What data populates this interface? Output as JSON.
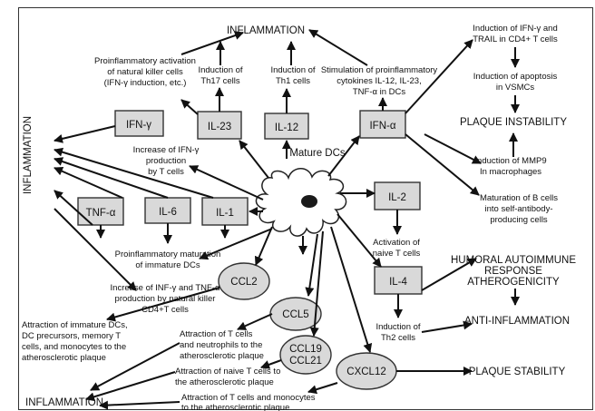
{
  "headings": {
    "inflammation_top": "INFLAMMATION",
    "inflammation_left": "INFLAMMATION",
    "inflammation_bottom": "INFLAMMATION",
    "plaque_instability": "PLAQUE INSTABILITY",
    "humoral": [
      "HUMORAL AUTOIMMUNE",
      "RESPONSE",
      "ATHEROGENICITY"
    ],
    "anti_inflammation": "ANTI-INFLAMMATION",
    "plaque_stability": "PLAQUE STABILITY"
  },
  "center_label": "Mature DCs",
  "boxes": {
    "ifn_gamma": "IFN-γ",
    "il23": "IL-23",
    "il12": "IL-12",
    "ifn_alpha": "IFN-α",
    "tnf_alpha": "TNF-α",
    "il6": "IL-6",
    "il1": "IL-1",
    "il2": "IL-2",
    "il4": "IL-4"
  },
  "ellipses": {
    "ccl2": [
      "CCL2"
    ],
    "ccl5": [
      "CCL5"
    ],
    "ccl19_21": [
      "CCL19",
      "CCL21"
    ],
    "cxcl12": [
      "CXCL12"
    ]
  },
  "captions": {
    "nk_activation": [
      "Proinflammatory activation",
      "of natural killer cells",
      "(IFN-γ induction, etc.)"
    ],
    "th17": [
      "Induction of",
      "Th17 cells"
    ],
    "th1": [
      "Induction of",
      "Th1 cells"
    ],
    "stim_cytokines": [
      "Stimulation of proinflammatory",
      "cytokines IL-12, IL-23,",
      "TNF-α in DCs"
    ],
    "ifn_trail": [
      "Induction of IFN-γ and",
      "TRAIL in CD4+ T cells"
    ],
    "apoptosis": [
      "Induction of apoptosis",
      "in VSMCs"
    ],
    "ifn_increase": [
      "Increase of IFN-γ",
      "production",
      "by T cells"
    ],
    "mmp9": [
      "Induction of MMP9",
      "In macrophages"
    ],
    "bcells": [
      "Maturation of B cells",
      "into self-antibody-",
      "producing  cells"
    ],
    "naive_activation": [
      "Activation of",
      "naive T cells"
    ],
    "prominf_maturation": [
      "Proinflammatory maturation",
      "of  immature DCs"
    ],
    "inf_tnf": [
      "Increase  of INF-γ and TNF-α",
      "production by natural killer",
      "CD4+T cells"
    ],
    "th2": [
      "Induction of",
      "Th2 cells"
    ],
    "attr_immature": [
      "Attraction of  immature DCs,",
      "DC precursors, memory T",
      "cells, and monocytes to the",
      "atherosclerotic plaque"
    ],
    "attr_tcells_neut": [
      "Attraction of  T cells",
      "and neutrophils  to the",
      "atherosclerotic plaque"
    ],
    "attr_naive": [
      "Attraction of naive T cells to",
      "the atherosclerotic plaque"
    ],
    "attr_tcells_mono": [
      "Attraction of  T cells and monocytes",
      "to the atherosclerotic plaque"
    ]
  }
}
